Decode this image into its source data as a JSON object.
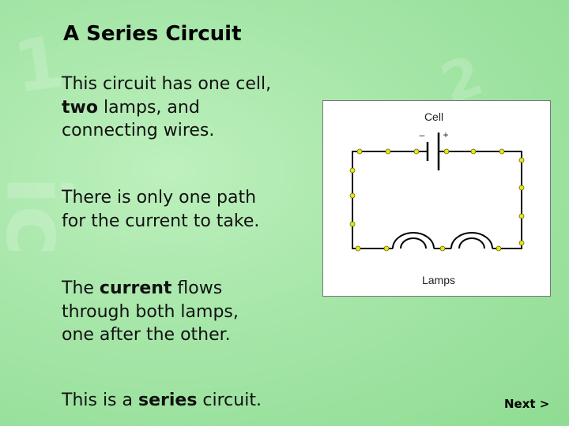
{
  "slide": {
    "title": "A Series Circuit",
    "p1": {
      "line1": "This circuit has one cell,",
      "bold": "two",
      "line2_rest": " lamps, and",
      "line3": "connecting wires."
    },
    "p2": {
      "line1": "There is only one path",
      "line2": "for the current to take."
    },
    "p3": {
      "pre": "The ",
      "bold": "current",
      "rest": " flows",
      "line2": "through both lamps,",
      "line3": "one after the other."
    },
    "p4": {
      "pre": "This is a ",
      "bold": "series",
      "rest": " circuit."
    }
  },
  "diagram": {
    "cell_label": "Cell",
    "minus_label": "–",
    "plus_label": "+",
    "lamps_label": "Lamps",
    "dot_color": "#e6e619",
    "wire_color": "#000000"
  },
  "nav": {
    "next_label": "Next >"
  }
}
